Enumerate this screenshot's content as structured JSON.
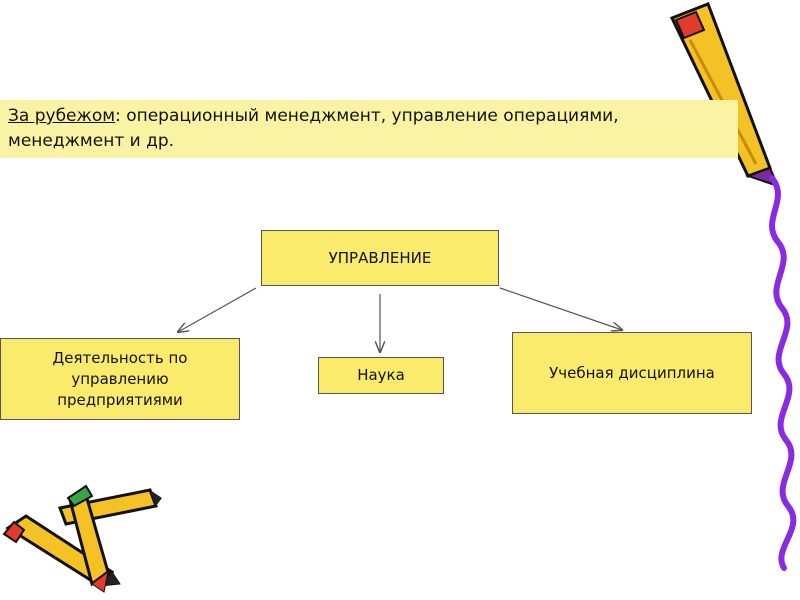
{
  "banner": {
    "label": "За рубежом",
    "text_line1": ": операционный менеджмент, управление операциями,",
    "text_line2": "менеджмент и др."
  },
  "diagram": {
    "root": "УПРАВЛЕНИЕ",
    "children": [
      {
        "line1": "Деятельность по",
        "line2": "управлению",
        "line3": "предприятиями"
      },
      {
        "label": "Наука"
      },
      {
        "label": "Учебная дисциплина"
      }
    ]
  },
  "colors": {
    "banner_bg": "#faf3a4",
    "box_fill": "#fbeb6c",
    "ribbon": "#8a2be2"
  },
  "decor": {
    "top_right": "pencil-icon",
    "bottom_left": "pencils-icon",
    "right_edge": "wavy-ribbon-icon"
  }
}
